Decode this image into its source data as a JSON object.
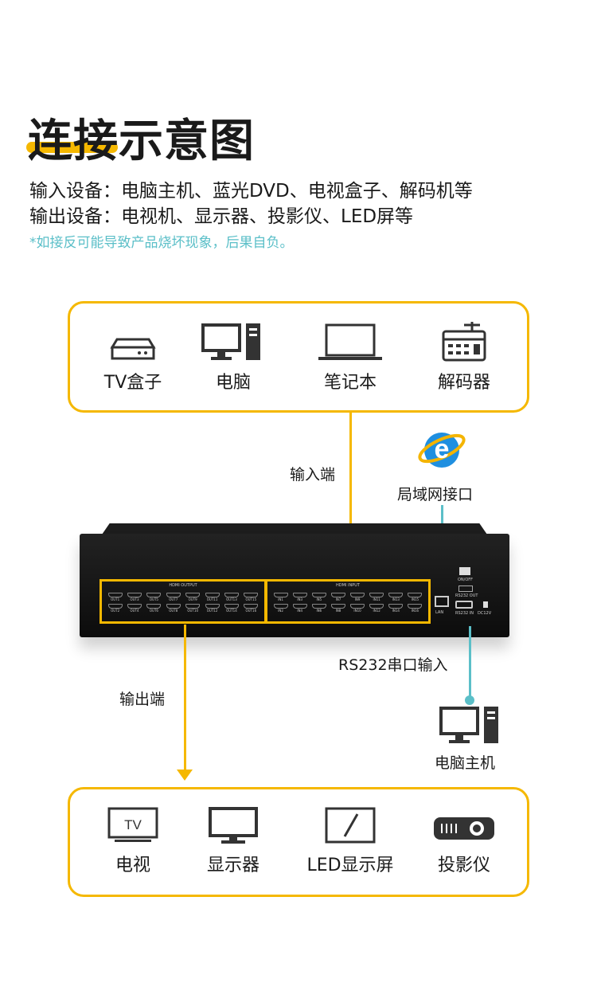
{
  "title": "连接示意图",
  "input_devices_line": "输入设备：电脑主机、蓝光DVD、电视盒子、解码机等",
  "output_devices_line": "输出设备：电视机、显示器、投影仪、LED屏等",
  "warning": "*如接反可能导致产品烧坏现象，后果自负。",
  "inputs": [
    {
      "label": "TV盒子",
      "icon": "tv-box-icon"
    },
    {
      "label": "电脑",
      "icon": "desktop-pc-icon"
    },
    {
      "label": "笔记本",
      "icon": "laptop-icon"
    },
    {
      "label": "解码器",
      "icon": "decoder-icon"
    }
  ],
  "input_end_label": "输入端",
  "lan_label": "局域网接口",
  "rs232_label": "RS232串口输入",
  "output_end_label": "输出端",
  "host_label": "电脑主机",
  "outputs": [
    {
      "label": "电视",
      "icon": "tv-icon"
    },
    {
      "label": "显示器",
      "icon": "monitor-icon"
    },
    {
      "label": "LED显示屏",
      "icon": "led-screen-icon"
    },
    {
      "label": "投影仪",
      "icon": "projector-icon"
    }
  ],
  "tv_icon_text": "TV",
  "device": {
    "hdmi_output": "HDMI OUTPUT",
    "hdmi_input": "HDMI INPUT",
    "out_ports": [
      "OUT1",
      "OUT3",
      "OUT5",
      "OUT7",
      "OUT9",
      "OUT11",
      "OUT13",
      "OUT15",
      "OUT2",
      "OUT4",
      "OUT6",
      "OUT8",
      "OUT10",
      "OUT12",
      "OUT14",
      "OUT16"
    ],
    "in_ports": [
      "IN1",
      "IN3",
      "IN5",
      "IN7",
      "IN9",
      "IN11",
      "IN13",
      "IN15",
      "IN2",
      "IN4",
      "IN6",
      "IN8",
      "IN10",
      "IN12",
      "IN14",
      "IN16"
    ],
    "lan": "LAN",
    "rs232_out": "RS232 OUT",
    "rs232_in": "RS232 IN",
    "dc": "DC12V",
    "power": "ON/OFF"
  },
  "colors": {
    "accent": "#f5b800",
    "teal": "#5bbfc8"
  }
}
